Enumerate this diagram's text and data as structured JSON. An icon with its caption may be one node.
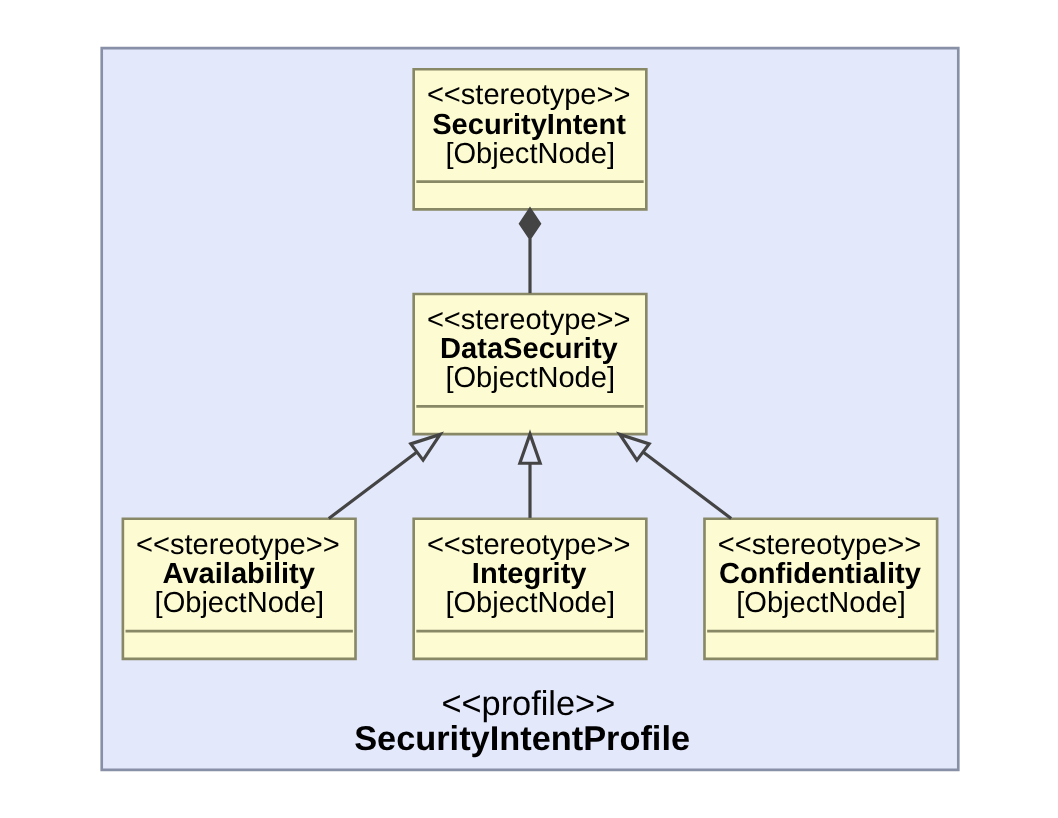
{
  "diagram": {
    "nodes": [
      {
        "text": [
          "<<profile>>",
          "SecurityIntentProfile"
        ]
      },
      {
        "text": [
          "<<stereotype>>",
          "SecurityIntent",
          "[ObjectNode]"
        ],
        "in": 0
      },
      {
        "text": [
          "<<stereotype>>",
          "DataSecurity",
          "[ObjectNode]"
        ],
        "in": 0
      },
      {
        "text": [
          "<<stereotype>>",
          "Confidentiality",
          "[ObjectNode]"
        ],
        "in": 0
      },
      {
        "text": [
          "<<stereotype>>",
          "Integrity",
          "[ObjectNode]"
        ],
        "in": 0
      },
      {
        "text": [
          "<<stereotype>>",
          "Availability",
          "[ObjectNode]"
        ],
        "in": 0
      }
    ],
    "edges": [
      {
        "from": 2,
        "to": 1,
        "arrow": "other"
      },
      {
        "from": 3,
        "to": 2,
        "arrow": "to"
      },
      {
        "from": 4,
        "to": 2,
        "arrow": "to"
      },
      {
        "from": 5,
        "to": 2,
        "arrow": "to"
      }
    ]
  }
}
